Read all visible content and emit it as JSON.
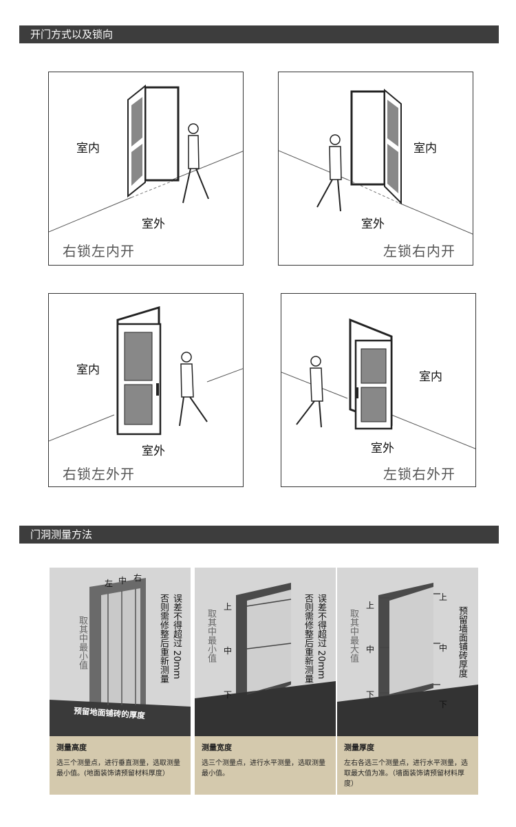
{
  "section1": {
    "title": "开门方式以及锁向"
  },
  "doors": [
    {
      "room_in": "室内",
      "room_out": "室外",
      "caption": "右锁左内开"
    },
    {
      "room_in": "室内",
      "room_out": "室外",
      "caption": "左锁右内开"
    },
    {
      "room_in": "室内",
      "room_out": "室外",
      "caption": "右锁左外开"
    },
    {
      "room_in": "室内",
      "room_out": "室外",
      "caption": "左锁右外开"
    }
  ],
  "section2": {
    "title": "门洞测量方法"
  },
  "measure": [
    {
      "pos_left": "左",
      "pos_mid": "中",
      "pos_right": "右",
      "vt_take": "取其中最小值",
      "vt_err1": "误差不得超过 20mm",
      "vt_err2": "否则需修整后重新测量",
      "floor_note": "预留地面铺砖的厚度",
      "title": "测量高度",
      "text": "选三个测量点，进行垂直测量，选取测量最小值。(地面装饰请预留材料厚度）"
    },
    {
      "pos_top": "上",
      "pos_mid": "中",
      "pos_bottom": "下",
      "vt_take": "取其中最小值",
      "vt_err1": "误差不得超过 20mm",
      "vt_err2": "否则需修整后重新测量",
      "title": "测量宽度",
      "text": "选三个测量点，进行水平测量，选取测量最小值。"
    },
    {
      "pos_top": "上",
      "pos_mid": "中",
      "pos_bottom": "下",
      "pos_top_r": "上",
      "pos_mid_r": "中",
      "pos_bottom_r": "下",
      "vt_take": "取其中最大值",
      "vt_reserve": "预留墙面铺砖厚度",
      "title": "测量厚度",
      "text": "左右各选三个测量点，进行水平测量，选取最大值为准。（墙面装饰请预留材料厚度）"
    }
  ]
}
